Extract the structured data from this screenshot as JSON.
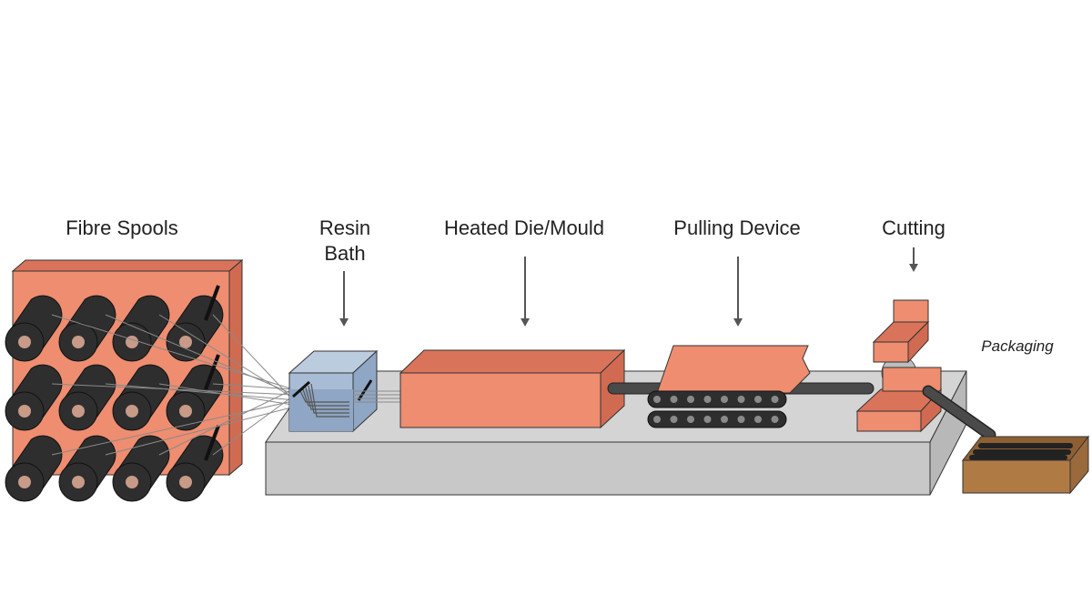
{
  "labels": {
    "fibre_spools": "Fibre Spools",
    "resin_line1": "Resin",
    "resin_line2": "Bath",
    "heated_die": "Heated Die/Mould",
    "pulling_device": "Pulling Device",
    "cutting": "Cutting",
    "packaging": "Packaging"
  },
  "colors": {
    "salmon": "#EE8D70",
    "salmon_dark": "#D9745A",
    "spool": "#2E2E2E",
    "spool_core": "#C89A88",
    "table_top": "#D4D4D4",
    "table_front": "#C8C8C8",
    "resin": "#9FB3CE",
    "box": "#B07A45",
    "outline": "#333333"
  }
}
